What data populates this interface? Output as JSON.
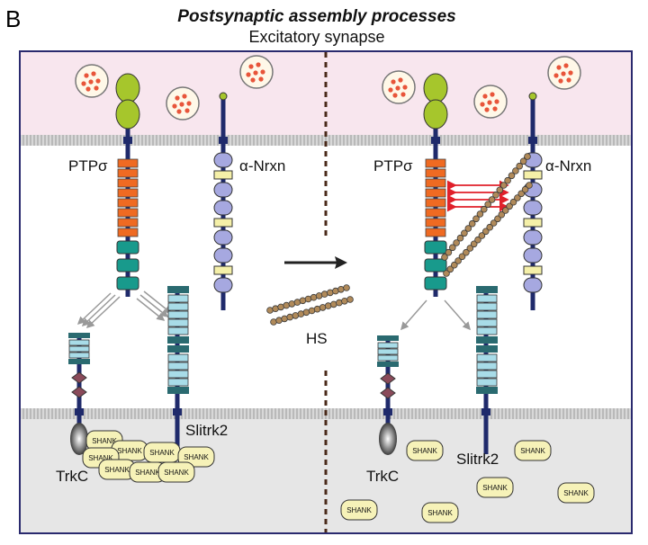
{
  "panel_letter": "B",
  "title": "Postsynaptic assembly processes",
  "subtitle": "Excitatory synapse",
  "labels": {
    "ptp_left": "PTPσ",
    "nrxn_left": "α-Nrxn",
    "ptp_right": "PTPσ",
    "nrxn_right": "α-Nrxn",
    "hs": "HS",
    "trkc_left": "TrkC",
    "slitrk_left": "Slitrk2",
    "trkc_right": "TrkC",
    "slitrk_right": "Slitrk2"
  },
  "shank_label": "SHANK",
  "colors": {
    "presynaptic_bg": "#f8e6ee",
    "postsynaptic_bg": "#e6e6e6",
    "border": "#2a2a6e",
    "stalk": "#1f2a6b",
    "vesicle_dot": "#e8553a",
    "ig_domain": "#a6c62c",
    "fn3_domain": "#ef6a22",
    "teal_domain": "#189a8c",
    "lns_domain": "#a6a8e0",
    "egf_domain": "#f5f0a8",
    "lrr_domain": "#a8dce8",
    "kinase_domain": "#8a4a5a",
    "shank_fill": "#f6f2b8",
    "hs_bead": "#b08a5a",
    "arrow_red": "#e0202a"
  }
}
